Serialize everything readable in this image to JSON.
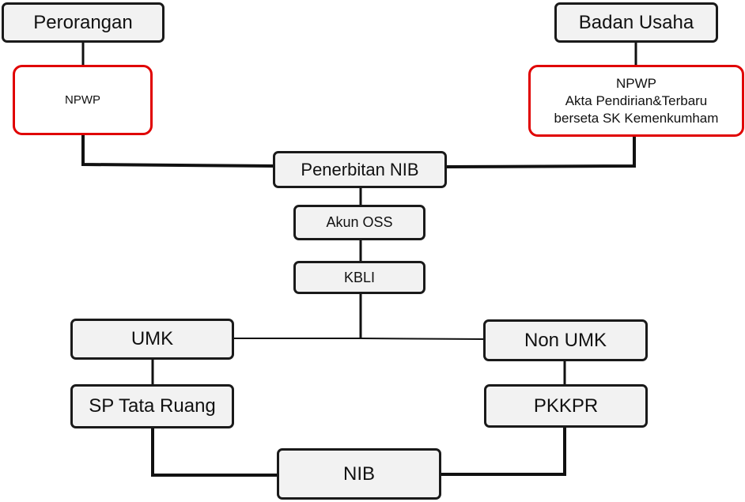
{
  "diagram": {
    "nodes": {
      "perorangan": "Perorangan",
      "badan_usaha": "Badan Usaha",
      "req_perorangan": "NPWP",
      "req_badan_usaha": "NPWP\nAkta Pendirian&Terbaru\nberseta SK Kemenkumham",
      "penerbitan_nib": "Penerbitan NIB",
      "akun_oss": "Akun OSS",
      "kbli": "KBLI",
      "umk": "UMK",
      "non_umk": "Non UMK",
      "sp_tata_ruang": "SP Tata Ruang",
      "pkkpr": "PKKPR",
      "nib": "NIB"
    },
    "colors": {
      "box_fill": "#f2f2f2",
      "box_border": "#1a1a1a",
      "requirement_border": "#e00000",
      "connector": "#111111"
    }
  }
}
